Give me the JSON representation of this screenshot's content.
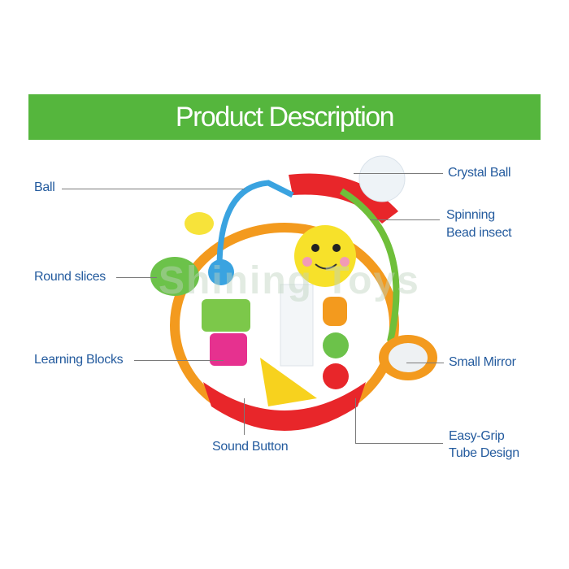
{
  "header": {
    "title": "Product Description"
  },
  "watermark": "Shining Toys",
  "labels": {
    "ball": "Ball",
    "round_slices": "Round slices",
    "learning_blocks": "Learning Blocks",
    "sound_button": "Sound Button",
    "crystal_ball": "Crystal Ball",
    "spinning_bead_insect_1": "Spinning",
    "spinning_bead_insect_2": "Bead insect",
    "small_mirror": "Small Mirror",
    "easy_grip_1": "Easy-Grip",
    "easy_grip_2": "Tube Design"
  },
  "colors": {
    "banner": "#55b63d",
    "label": "#245b9e"
  }
}
